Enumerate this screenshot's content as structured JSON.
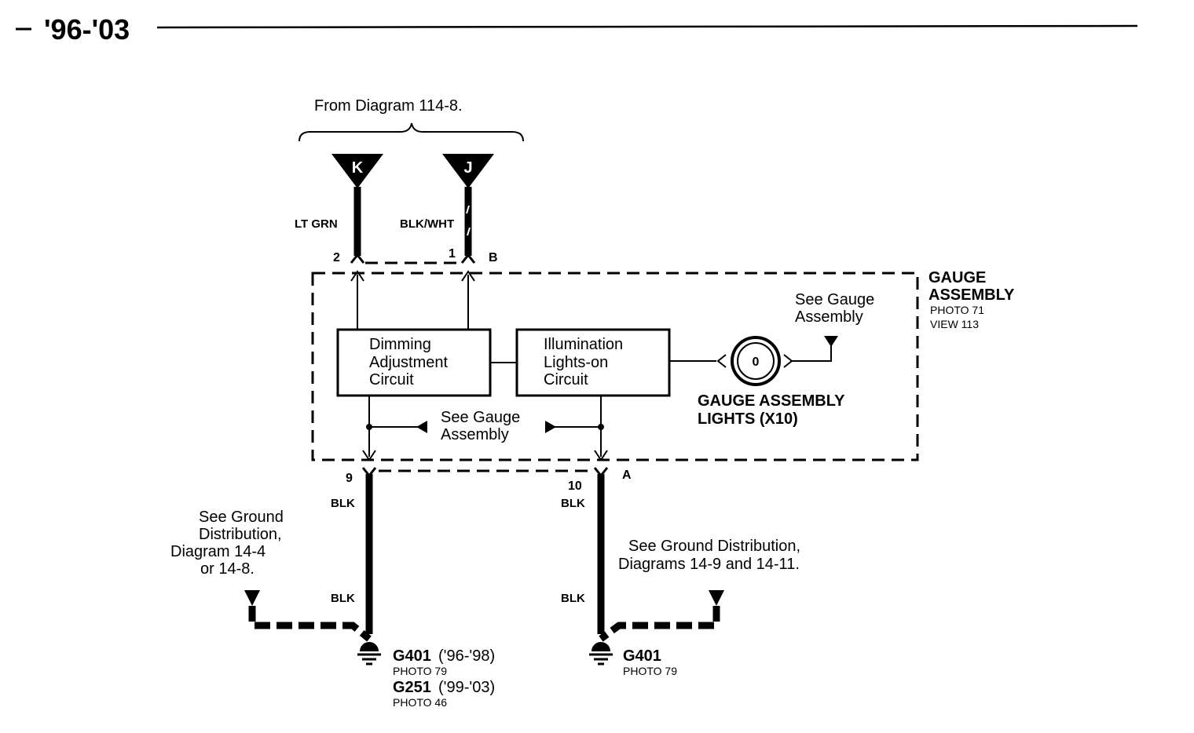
{
  "header": {
    "title": "'96-'03"
  },
  "source": {
    "label": "From Diagram 114-8."
  },
  "connectors": {
    "k": {
      "letter": "K"
    },
    "j": {
      "letter": "J"
    }
  },
  "wires": {
    "lt_grn": {
      "color": "LT GRN",
      "pin": "2"
    },
    "blk_wht": {
      "color": "BLK/WHT",
      "pin": "1"
    },
    "blk_left": {
      "pin": "9",
      "color_top": "BLK",
      "color_bottom": "BLK"
    },
    "blk_right": {
      "pin": "10",
      "color_top": "BLK",
      "color_bottom": "BLK"
    }
  },
  "connector_b": {
    "label": "B"
  },
  "connector_a": {
    "label": "A"
  },
  "gauge_assembly": {
    "title_line1": "GAUGE",
    "title_line2": "ASSEMBLY",
    "photo": "PHOTO 71",
    "view": "VIEW 113"
  },
  "dimming_box": {
    "line1": "Dimming",
    "line2": "Adjustment",
    "line3": "Circuit"
  },
  "illumination_box": {
    "line1": "Illumination",
    "line2": "Lights-on",
    "line3": "Circuit"
  },
  "see_gauge_top": {
    "line1": "See Gauge",
    "line2": "Assembly"
  },
  "see_gauge_middle": {
    "line1": "See Gauge",
    "line2": "Assembly"
  },
  "lights": {
    "line1": "GAUGE ASSEMBLY",
    "line2": "LIGHTS (X10)",
    "bulb_symbol": "0"
  },
  "ground_left_note": {
    "line1": "See Ground",
    "line2": "Distribution,",
    "line3": "Diagram 14-4",
    "line4": "or 14-8."
  },
  "ground_right_note": {
    "line1": "See Ground Distribution,",
    "line2": "Diagrams 14-9 and 14-11."
  },
  "g401_left": {
    "name": "G401",
    "years": "('96-'98)",
    "photo": "PHOTO 79"
  },
  "g251": {
    "name": "G251",
    "years": "('99-'03)",
    "photo": "PHOTO 46"
  },
  "g401_right": {
    "name": "G401",
    "photo": "PHOTO 79"
  }
}
